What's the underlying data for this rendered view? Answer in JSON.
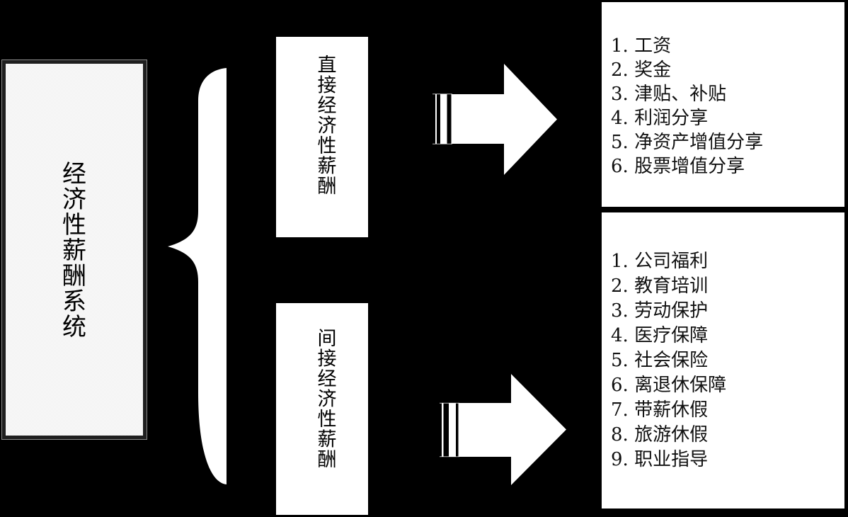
{
  "title_box": {
    "label": "经济性薪酬系统"
  },
  "direct_branch": {
    "label": "直接经济性薪酬",
    "items": [
      "1. 工资",
      "2. 奖金",
      "3. 津贴、补贴",
      "4. 利润分享",
      "5. 净资产增值分享",
      "6. 股票增值分享"
    ]
  },
  "indirect_branch": {
    "label": "间接经济性薪酬",
    "items": [
      "1. 公司福利",
      "2. 教育培训",
      "3. 劳动保护",
      "4. 医疗保障",
      "5. 社会保险",
      "6. 离退休保障",
      "7. 带薪休假",
      "8. 旅游休假",
      "9. 职业指导"
    ]
  },
  "colors": {
    "background": "#000000",
    "box_fill": "#ffffff",
    "title_box_fill": "#f4f4f4",
    "shape_fill": "#ffffff",
    "outline_hairline": "#b5b5b5",
    "text": "#000000"
  }
}
